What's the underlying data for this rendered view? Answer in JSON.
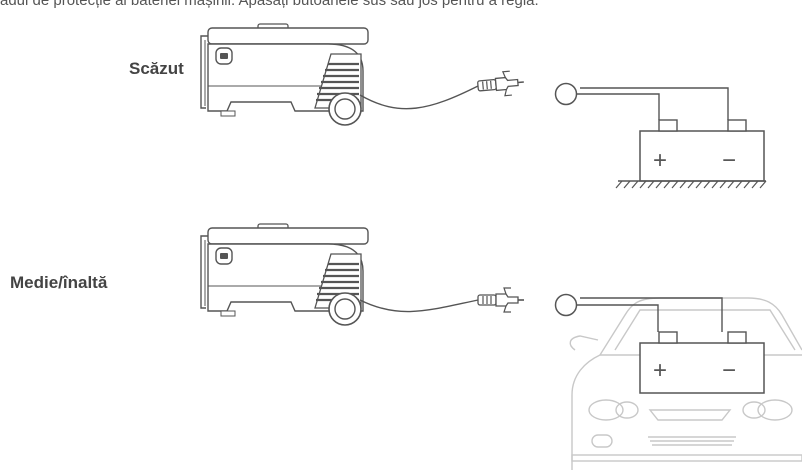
{
  "caption": "adul de protecție al bateriei mașinii. Apăsați butoanele sus sau jos pentru a regla.",
  "modes": [
    {
      "label": "Scăzut"
    },
    {
      "label": "Medie/înaltă"
    }
  ],
  "battery": {
    "plus": "+",
    "minus": "−"
  },
  "colors": {
    "line": "#555555",
    "light_line": "#c8c8c8",
    "fill": "#ffffff"
  }
}
